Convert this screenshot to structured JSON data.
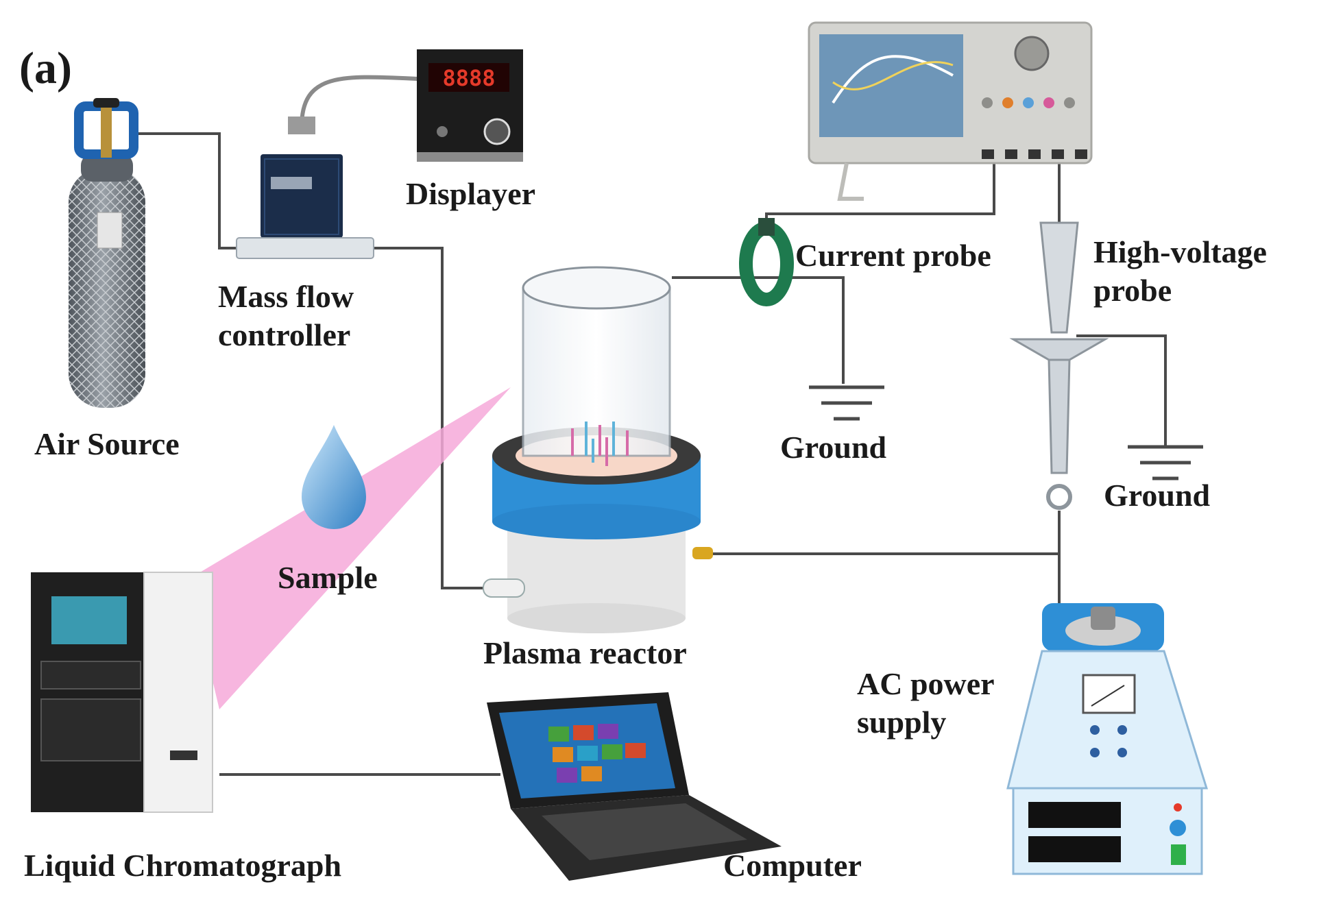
{
  "panel_label": "(a)",
  "labels": {
    "air_source": "Air Source",
    "mass_flow_controller": [
      "Mass flow",
      "controller"
    ],
    "displayer": "Displayer",
    "sample": "Sample",
    "plasma_reactor": "Plasma reactor",
    "current_probe": "Current probe",
    "high_voltage_probe": [
      "High-voltage",
      "probe"
    ],
    "ground_1": "Ground",
    "ground_2": "Ground",
    "ac_power_supply": [
      "AC power",
      "supply"
    ],
    "liquid_chromatograph": "Liquid Chromatograph",
    "computer": "Computer"
  },
  "displayer_readout": "8888",
  "colors": {
    "wire": "#4a4a4a",
    "cylinder": "#6f757c",
    "valve": "#1f63b0",
    "sample_beam": "#f6a9d9",
    "reactor_band": "#2e8fd6",
    "probe_ring": "#1e7a4e",
    "power_supply": "#dff0fb"
  }
}
